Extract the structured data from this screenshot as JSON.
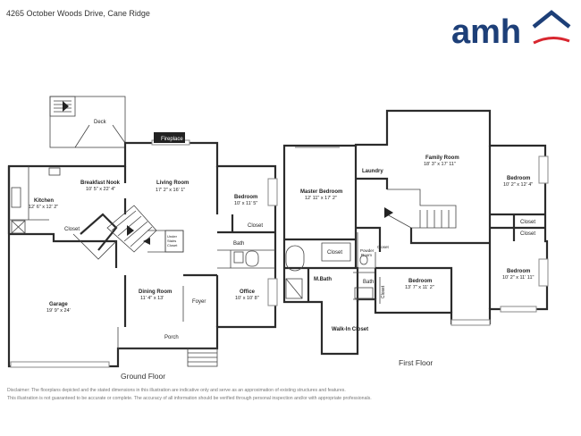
{
  "header": {
    "address": "4265 October Woods Drive, Cane Ridge"
  },
  "logo": {
    "text": "amh",
    "brand_color": "#1d3f78",
    "accent_color": "#d8262f"
  },
  "colors": {
    "wall": "#2b2b2b",
    "window": "#8a8a8a",
    "background": "#ffffff"
  },
  "ground_floor": {
    "label": "Ground Floor",
    "rooms": {
      "deck": {
        "name": "Deck"
      },
      "fireplace": {
        "name": "Fireplace"
      },
      "breakfast_nook": {
        "name": "Breakfast Nook",
        "dims": "10' 5\" x 22' 4\""
      },
      "living_room": {
        "name": "Living Room",
        "dims": "17' 2\" x 16' 1\""
      },
      "kitchen": {
        "name": "Kitchen",
        "dims": "12' 6\" x 12' 2\""
      },
      "closet_kitchen": {
        "name": "Closet"
      },
      "bedroom": {
        "name": "Bedroom",
        "dims": "10' x 11' 5\""
      },
      "closet_bedroom": {
        "name": "Closet"
      },
      "under_stairs": {
        "line1": "Under",
        "line2": "Stairs",
        "line3": "Closet"
      },
      "bath": {
        "name": "Bath"
      },
      "garage": {
        "name": "Garage",
        "dims": "19' 9\" x 24'"
      },
      "dining_room": {
        "name": "Dining Room",
        "dims": "11' 4\" x 13'"
      },
      "foyer": {
        "name": "Foyer"
      },
      "office": {
        "name": "Office",
        "dims": "10' x 10' 8\""
      },
      "porch": {
        "name": "Porch"
      }
    }
  },
  "first_floor": {
    "label": "First Floor",
    "rooms": {
      "master_bedroom": {
        "name": "Master Bedroom",
        "dims": "12' 11\" x 17' 2\""
      },
      "laundry": {
        "name": "Laundry"
      },
      "family_room": {
        "name": "Family Room",
        "dims": "18' 3\" x 17' 11\""
      },
      "bedroom_top": {
        "name": "Bedroom",
        "dims": "10' 2\" x 12' 4\""
      },
      "closet_right_1": {
        "name": "Closet"
      },
      "closet_right_2": {
        "name": "Closet"
      },
      "closet_master": {
        "name": "Closet"
      },
      "closet_small": {
        "name": "Closet"
      },
      "powder_room": {
        "line1": "Powder",
        "line2": "Room"
      },
      "m_bath": {
        "name": "M.Bath"
      },
      "bath": {
        "name": "Bath"
      },
      "bedroom_mid": {
        "name": "Bedroom",
        "dims": "13' 7\" x 11' 2\""
      },
      "closet_mid": {
        "name": "Closet"
      },
      "bedroom_bottom": {
        "name": "Bedroom",
        "dims": "10' 2\" x 11' 11\""
      },
      "walk_in_closet": {
        "name": "Walk-In Closet"
      }
    }
  },
  "disclaimer": {
    "line1": "Disclaimer: The floorplans depicted and the stated dimensions in this illustration are indicative only and serve as an approximation of existing structures and features.",
    "line2": "This illustration is not guaranteed to be accurate or complete. The accuracy of all information should be verified through personal inspection and/or with appropriate professionals."
  }
}
